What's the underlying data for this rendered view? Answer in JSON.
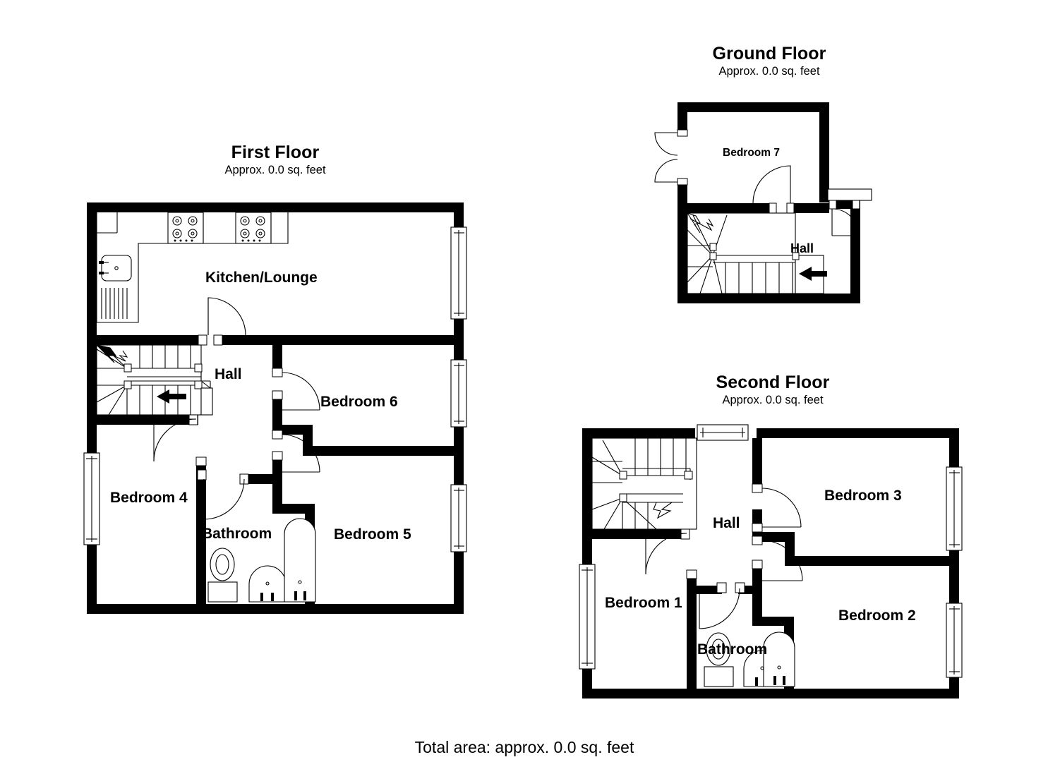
{
  "document": {
    "type": "floor-plan",
    "total_area_text": "Total area: approx. 0.0 sq. feet"
  },
  "floors": [
    {
      "id": "first-floor",
      "title": "First Floor",
      "area_text": "Approx. 0.0 sq. feet",
      "rooms": [
        {
          "name": "Kitchen/Lounge"
        },
        {
          "name": "Hall"
        },
        {
          "name": "Bedroom 6"
        },
        {
          "name": "Bedroom 4"
        },
        {
          "name": "Bedroom 5"
        },
        {
          "name": "Bathroom"
        }
      ],
      "fixtures": [
        "sink-with-drainer",
        "hob-left",
        "hob-right",
        "toilet",
        "wash-basin",
        "bath",
        "staircase-down"
      ],
      "windows": 4,
      "doors": 5
    },
    {
      "id": "ground-floor",
      "title": "Ground Floor",
      "area_text": "Approx. 0.0 sq. feet",
      "rooms": [
        {
          "name": "Bedroom 7"
        },
        {
          "name": "Hall"
        }
      ],
      "fixtures": [
        "staircase-up",
        "french-doors",
        "entrance-door"
      ],
      "windows": 1,
      "doors": 3
    },
    {
      "id": "second-floor",
      "title": "Second Floor",
      "area_text": "Approx. 0.0 sq. feet",
      "rooms": [
        {
          "name": "Hall"
        },
        {
          "name": "Bedroom 3"
        },
        {
          "name": "Bedroom 1"
        },
        {
          "name": "Bedroom 2"
        },
        {
          "name": "Bathroom"
        }
      ],
      "fixtures": [
        "staircase-down",
        "toilet",
        "wash-basin",
        "bath"
      ],
      "windows": 4,
      "doors": 4
    }
  ],
  "labels": {
    "first": {
      "title": "First Floor",
      "area": "Approx. 0.0 sq. feet",
      "kitchen_lounge": "Kitchen/Lounge",
      "hall": "Hall",
      "bedroom6": "Bedroom 6",
      "bedroom4": "Bedroom 4",
      "bedroom5": "Bedroom 5",
      "bathroom": "Bathroom"
    },
    "ground": {
      "title": "Ground Floor",
      "area": "Approx. 0.0 sq. feet",
      "bedroom7": "Bedroom 7",
      "hall": "Hall"
    },
    "second": {
      "title": "Second Floor",
      "area": "Approx. 0.0 sq. feet",
      "hall": "Hall",
      "bedroom3": "Bedroom 3",
      "bedroom1": "Bedroom 1",
      "bedroom2": "Bedroom 2",
      "bathroom": "Bathroom"
    },
    "total": "Total area: approx. 0.0 sq. feet"
  },
  "colors": {
    "wall": "#000000",
    "background": "#ffffff",
    "fixture_stroke": "#000000"
  }
}
